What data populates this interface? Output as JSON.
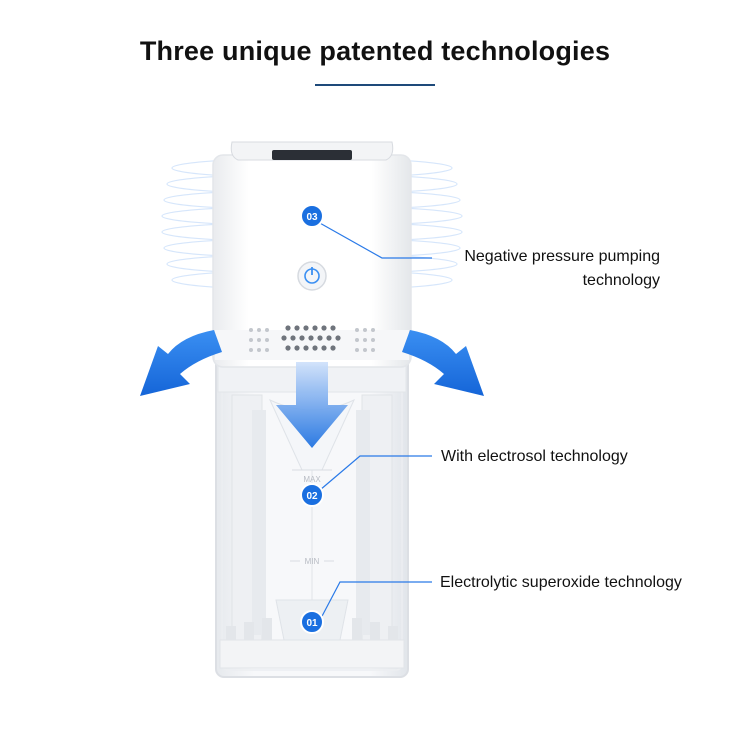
{
  "title": "Three unique patented technologies",
  "scale": {
    "max": "MAX",
    "min": "MIN"
  },
  "callouts": [
    {
      "badge": "03",
      "line1": "Negative pressure pumping",
      "line2": "technology"
    },
    {
      "badge": "02",
      "text": "With electrosol technology"
    },
    {
      "badge": "01",
      "text": "Electrolytic superoxide technology"
    }
  ],
  "colors": {
    "accent": "#1a6fe0",
    "title_rule": "#1e4a7a"
  }
}
